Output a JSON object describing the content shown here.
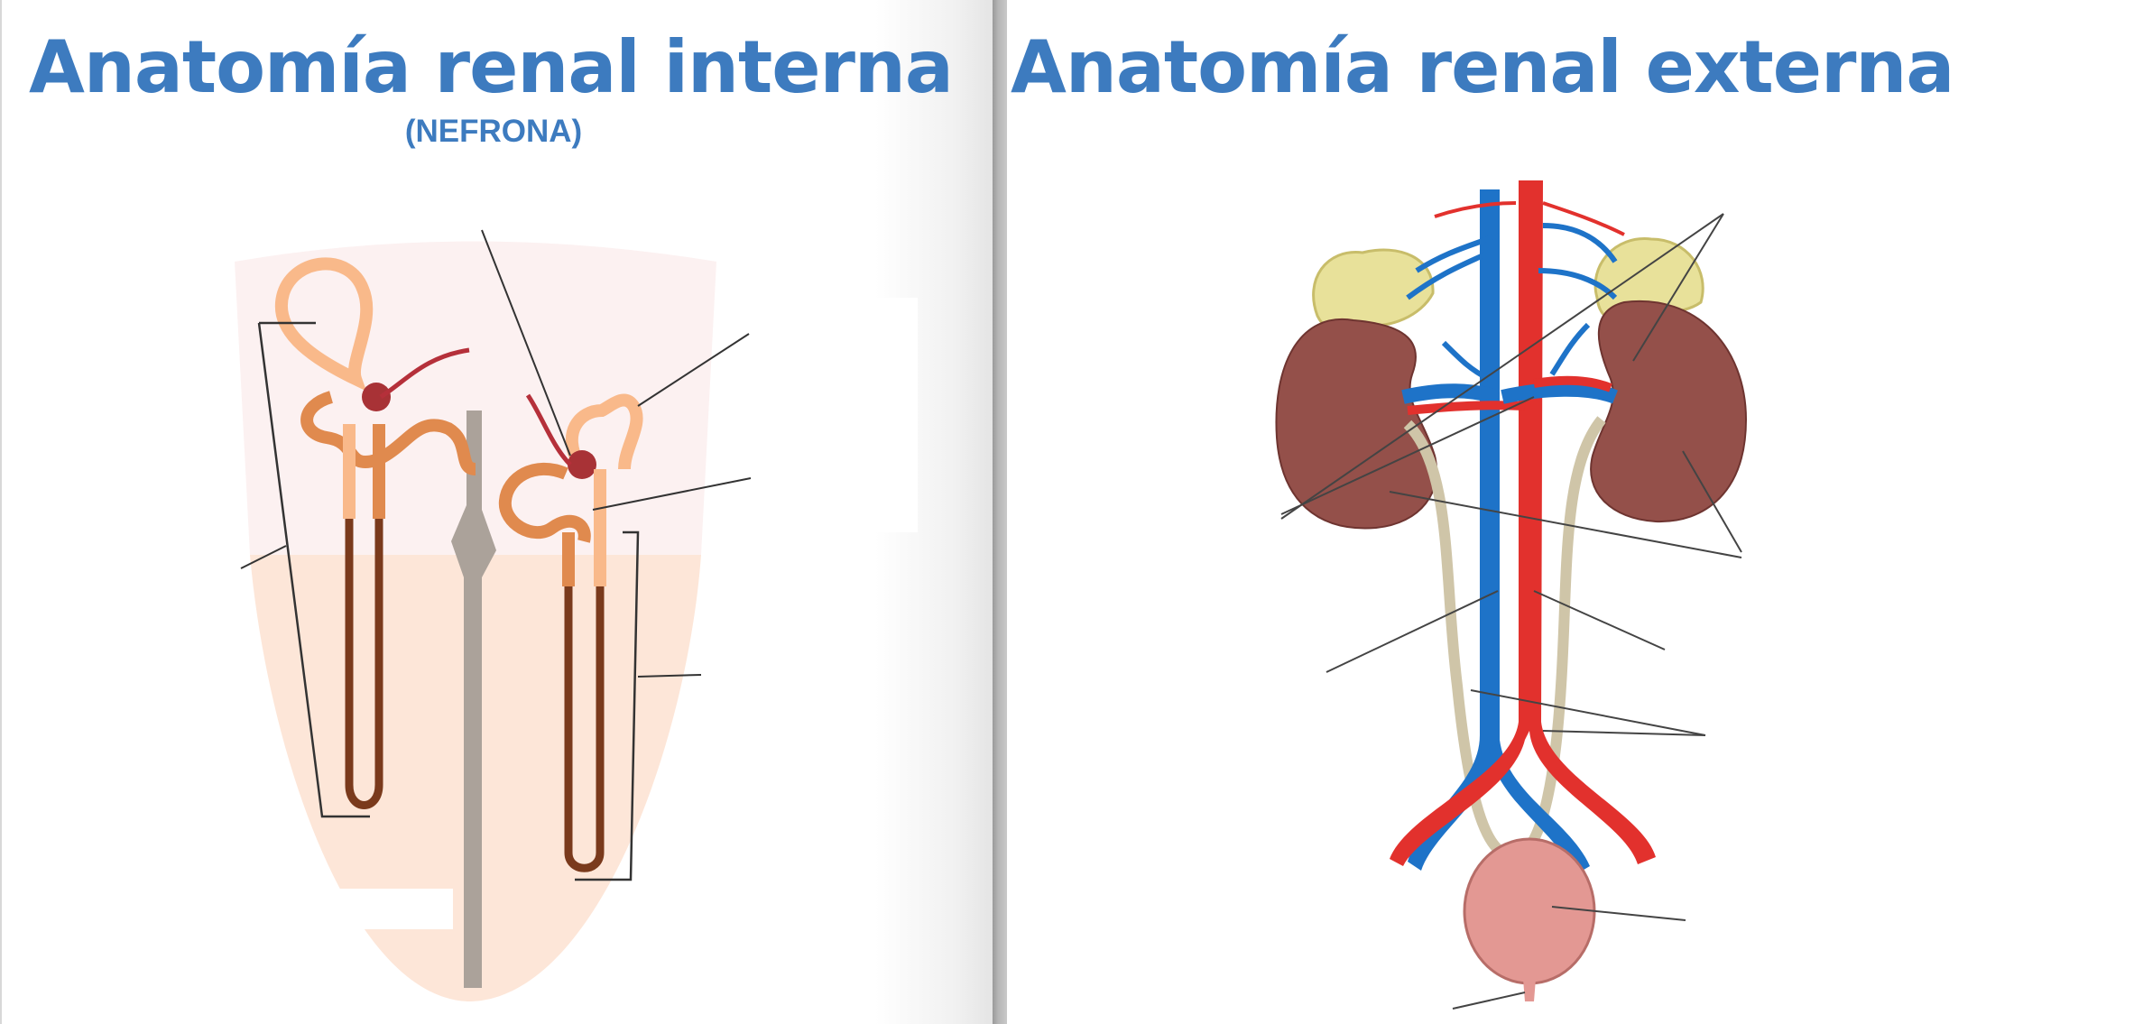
{
  "left_page": {
    "title": "Anatomía renal interna",
    "subtitle": "(NEFRONA)"
  },
  "right_page": {
    "title": "Anatomía renal externa"
  },
  "colors": {
    "title_blue": "#3d7bbf",
    "cortex_pink": "#fcf1f1",
    "medulla_peach": "#fde6d8",
    "tubule_light": "#f9b98a",
    "tubule_mid": "#e08a4e",
    "tubule_dark": "#7a3a1c",
    "glomerulus": "#a83236",
    "arteriole": "#b5303a",
    "collecting_duct": "#aba29a",
    "kidney": "#94504a",
    "adrenal": "#e8e19a",
    "vein_blue": "#1e73c8",
    "artery_red": "#e2312d",
    "ureter": "#cfc5a8",
    "bladder": "#e39893",
    "leader_line": "#333333"
  },
  "icons": [
    "nephron-illustration",
    "urinary-system-illustration"
  ]
}
